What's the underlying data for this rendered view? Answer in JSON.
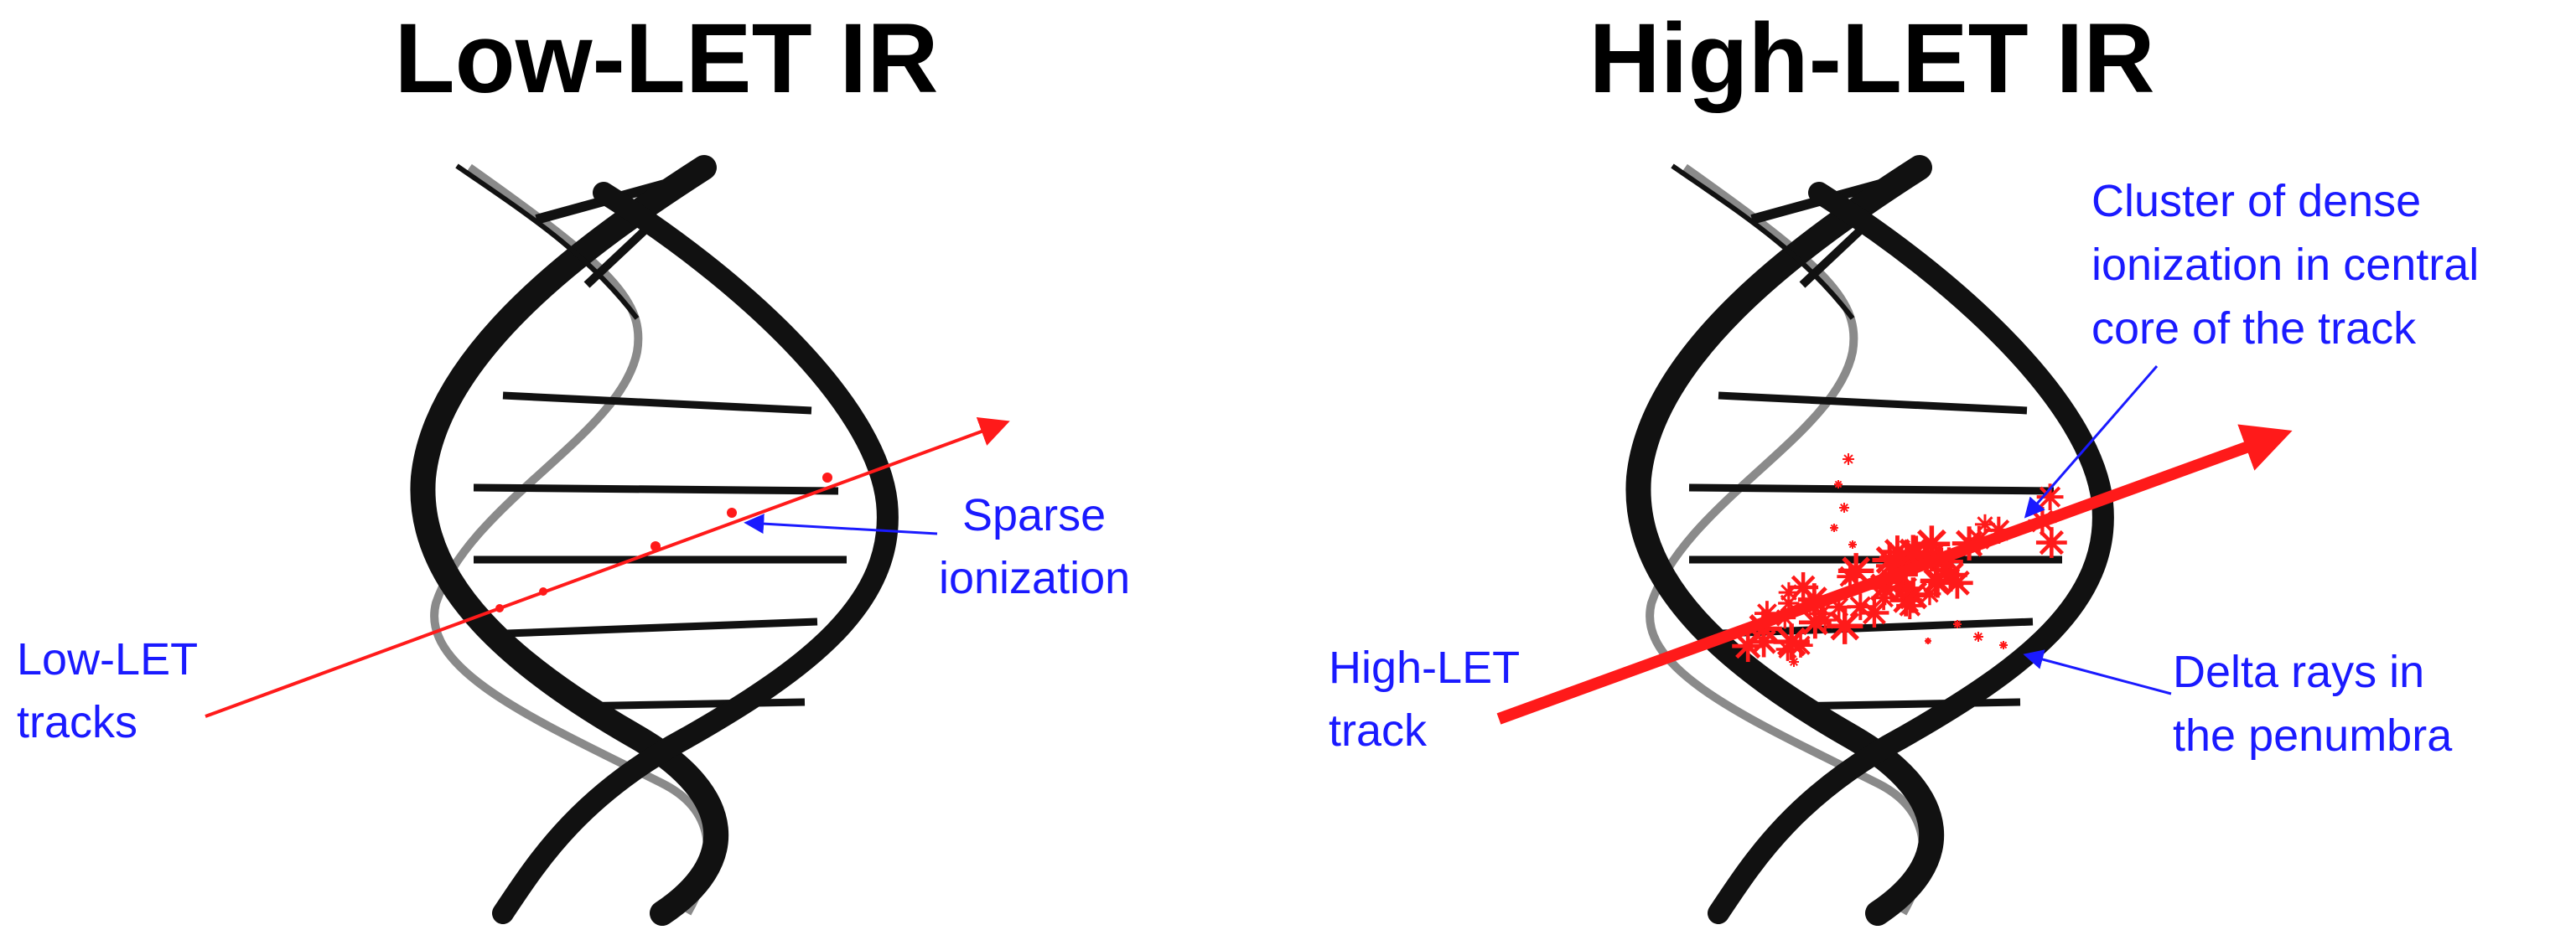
{
  "colors": {
    "label": "#1a1aff",
    "track": "#ff1a1a",
    "helix": "#111111",
    "background": "#ffffff"
  },
  "left_panel": {
    "title": "Low-LET IR",
    "label_track_lines": [
      "Low-LET",
      "tracks"
    ],
    "label_ionization_lines": [
      "Sparse",
      "ionization"
    ]
  },
  "right_panel": {
    "title": "High-LET IR",
    "label_track_lines": [
      "High-LET",
      "track"
    ],
    "label_cluster_lines": [
      "Cluster of dense",
      "ionization in central",
      "core of the track"
    ],
    "label_delta_lines": [
      "Delta rays in",
      "the penumbra"
    ]
  }
}
